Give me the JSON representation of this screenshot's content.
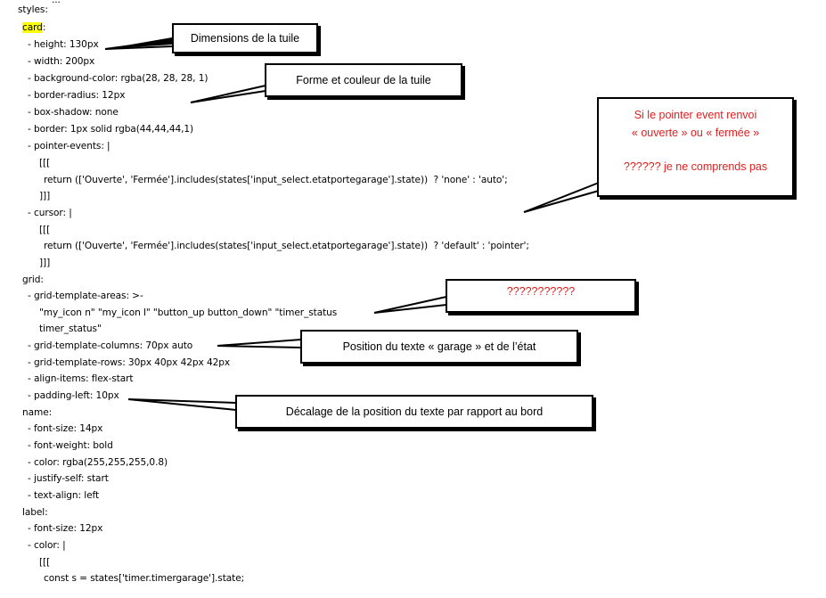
{
  "code": {
    "top_marker": "...",
    "styles": "styles:",
    "card": "card",
    "card_colon": ":",
    "card_height": "- height: 130px",
    "card_width": "- width: 200px",
    "card_bg": "- background-color: rgba(28, 28, 28, 1)",
    "card_radius": "- border-radius: 12px",
    "card_shadow": "- box-shadow: none",
    "card_border": "- border: 1px solid rgba(44,44,44,1)",
    "card_pointer": "- pointer-events: |",
    "open1": "[[[",
    "return1": "return (['Ouverte', 'Fermée'].includes(states['input_select.etatportegarage'].state))  ? 'none' : 'auto';",
    "close1": "]]]",
    "card_cursor": "- cursor: |",
    "open2": "[[[",
    "return2": "return (['Ouverte', 'Fermée'].includes(states['input_select.etatportegarage'].state))  ? 'default' : 'pointer';",
    "close2": "]]]",
    "grid": "grid:",
    "grid_areas": "- grid-template-areas: >-",
    "grid_areas_val1": "\"my_icon n\" \"my_icon l\" \"button_up button_down\" \"timer_status",
    "grid_areas_val2": "timer_status\"",
    "grid_cols": "- grid-template-columns: 70px auto",
    "grid_rows": "- grid-template-rows: 30px 40px 42px 42px",
    "grid_align": "- align-items: flex-start",
    "grid_padding": "- padding-left: 10px",
    "name": "name:",
    "name_size": "- font-size: 14px",
    "name_weight": "- font-weight: bold",
    "name_color": "- color: rgba(255,255,255,0.8)",
    "name_justify": "- justify-self: start",
    "name_align": "- text-align: left",
    "label": "label:",
    "label_size": "- font-size: 12px",
    "label_color": "- color: |",
    "open3": "[[[",
    "const_line": "const s = states['timer.timergarage'].state;"
  },
  "callouts": {
    "dimensions": "Dimensions de la tuile",
    "forme": "Forme et couleur de la tuile",
    "pointer_line1": "Si le pointer event renvoi",
    "pointer_line2": "« ouverte » ou « fermée »",
    "pointer_line3": "?????? je ne comprends pas",
    "grid_question": "???????????",
    "position": "Position du texte « garage » et de l’état",
    "decalage": "Décalage de la position du texte par rapport au bord"
  },
  "colors": {
    "highlight": "#ffff00",
    "question_text": "#e02020",
    "spellcheck": "#e03a3a"
  }
}
